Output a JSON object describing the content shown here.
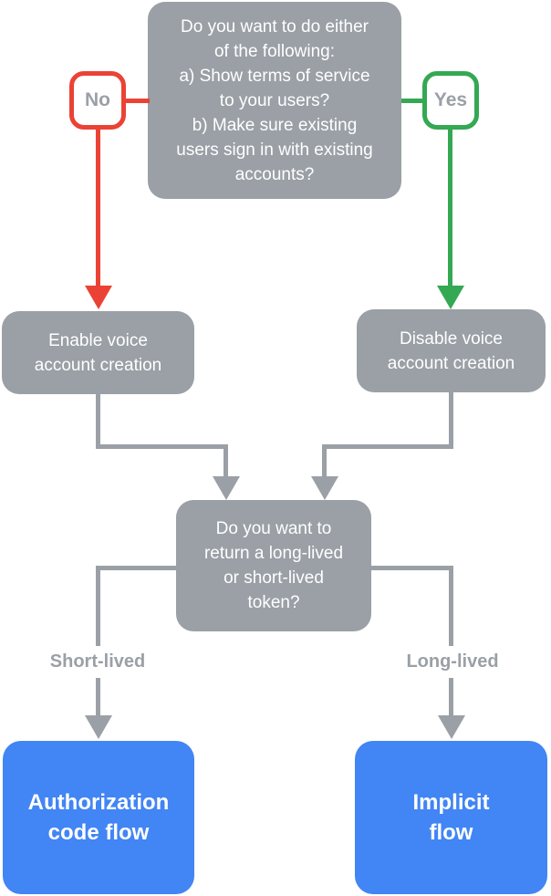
{
  "diagram": {
    "title": "Voice account creation / token flow decision chart",
    "colors": {
      "node_gray": "#9AA0A6",
      "no_red": "#EA4335",
      "yes_green": "#34A853",
      "result_blue": "#4285F4",
      "node_text": "#FFFFFF",
      "label_text": "#9AA0A6",
      "background": "#FFFFFF"
    },
    "nodes": {
      "question_top": "Do you want to do either\nof the following:\na) Show terms of service\nto your users?\nb) Make sure existing\nusers sign in with existing\naccounts?",
      "no_badge": "No",
      "yes_badge": "Yes",
      "enable_voice": "Enable voice\naccount creation",
      "disable_voice": "Disable voice\naccount creation",
      "question_token": "Do you want to\nreturn a long-lived\nor short-lived\ntoken?",
      "short_lived_label": "Short-lived",
      "long_lived_label": "Long-lived",
      "authorization_flow": "Authorization\ncode flow",
      "implicit_flow": "Implicit\nflow"
    }
  }
}
